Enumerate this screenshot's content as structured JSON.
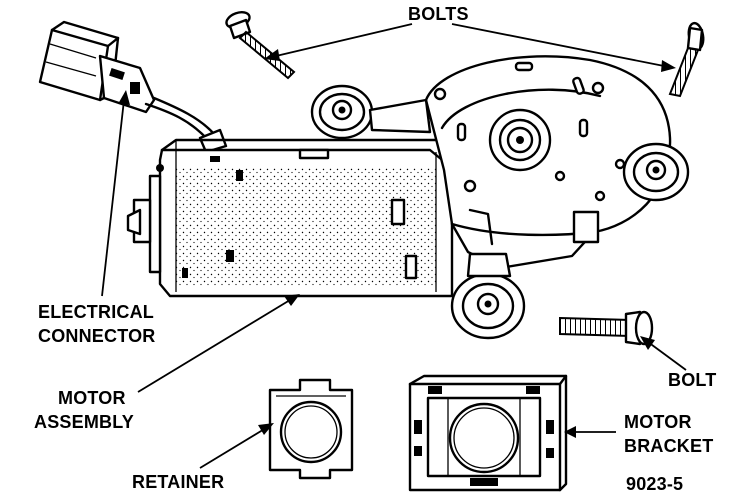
{
  "labels": {
    "bolts": "BOLTS",
    "electrical_connector_line1": "ELECTRICAL",
    "electrical_connector_line2": "CONNECTOR",
    "motor_assembly_line1": "MOTOR",
    "motor_assembly_line2": "ASSEMBLY",
    "bolt": "BOLT",
    "motor_bracket_line1": "MOTOR",
    "motor_bracket_line2": "BRACKET",
    "retainer": "RETAINER",
    "figure_number": "9023-5"
  },
  "colors": {
    "ink": "#000000",
    "paper": "#ffffff"
  },
  "icons": [
    "bolt-icon",
    "grommet-icon",
    "retainer-icon",
    "bracket-icon",
    "connector-icon",
    "arrowhead-icon"
  ]
}
